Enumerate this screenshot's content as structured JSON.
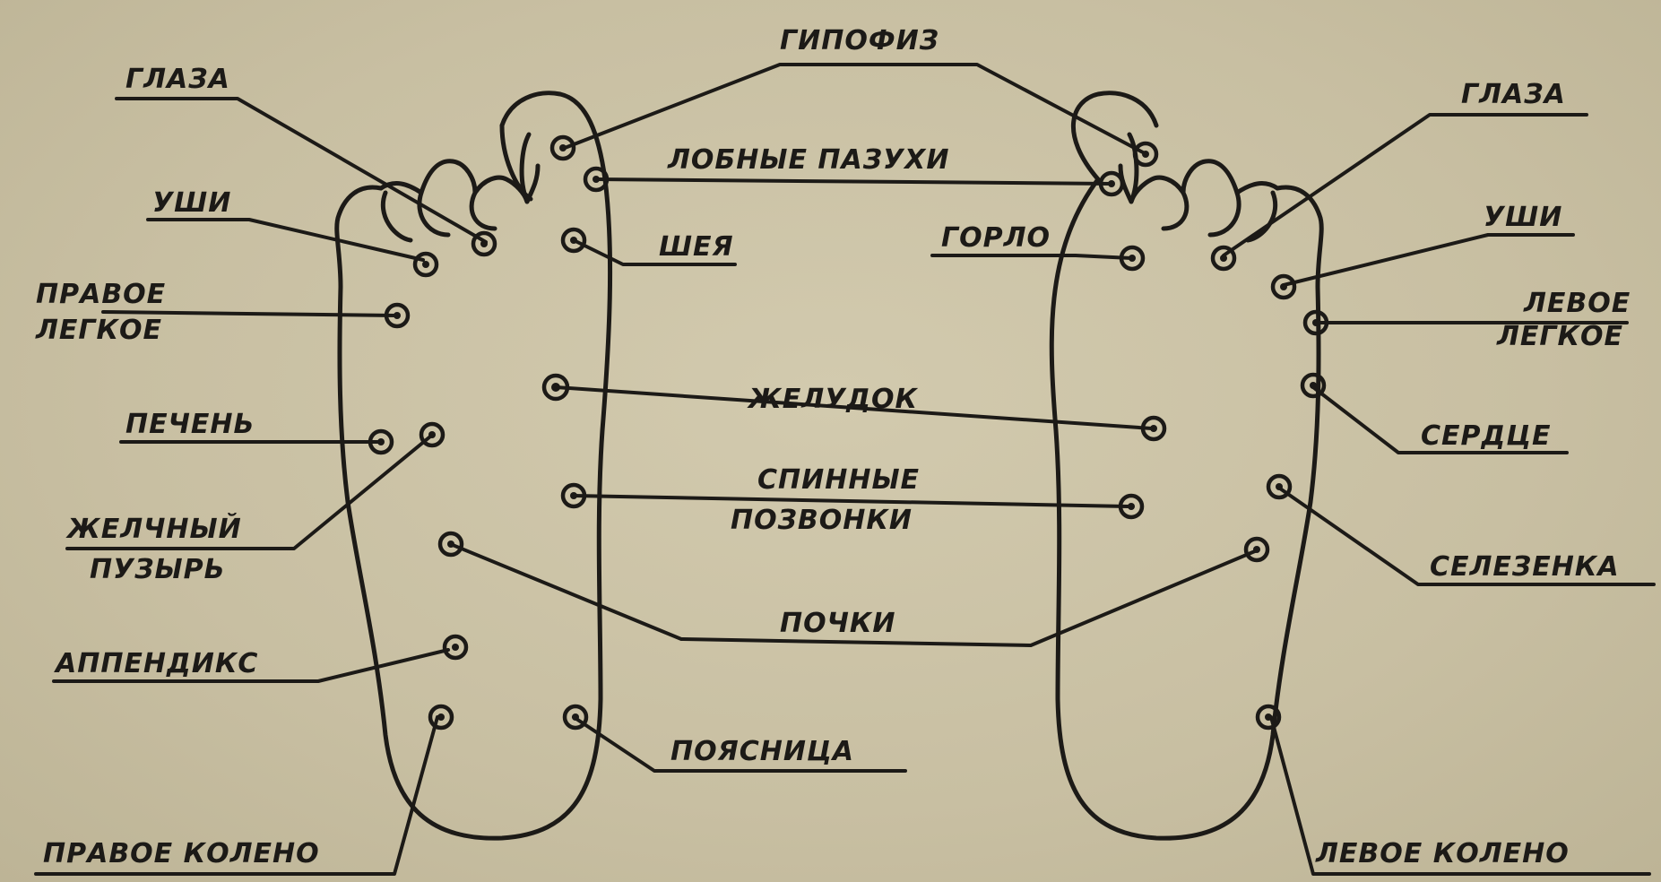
{
  "labels": {
    "pituitary": "ГИПОФИЗ",
    "eyes_right": "ГЛАЗА",
    "eyes_left": "ГЛАЗА",
    "frontal_sinuses": "ЛОБНЫЕ ПАЗУХИ",
    "ears_right": "УШИ",
    "ears_left": "УШИ",
    "neck": "ШЕЯ",
    "throat": "ГОРЛО",
    "right_lung_1": "ПРАВОЕ",
    "right_lung_2": "ЛЕГКОЕ",
    "left_lung_1": "ЛЕВОЕ",
    "left_lung_2": "ЛЕГКОЕ",
    "stomach": "ЖЕЛУДОК",
    "liver": "ПЕЧЕНЬ",
    "heart": "СЕРДЦЕ",
    "gallbladder_1": "ЖЕЛЧНЫЙ",
    "gallbladder_2": "ПУЗЫРЬ",
    "spine_1": "СПИННЫЕ",
    "spine_2": "ПОЗВОНКИ",
    "spleen": "СЕЛЕЗЕНКА",
    "kidneys": "ПОЧКИ",
    "appendix": "АППЕНДИКС",
    "lower_back": "ПОЯСНИЦА",
    "right_knee": "ПРАВОЕ КОЛЕНО",
    "left_knee": "ЛЕВОЕ КОЛЕНО"
  },
  "colors": {
    "paper": "#c9c1a4",
    "ink": "#1c1a17"
  }
}
